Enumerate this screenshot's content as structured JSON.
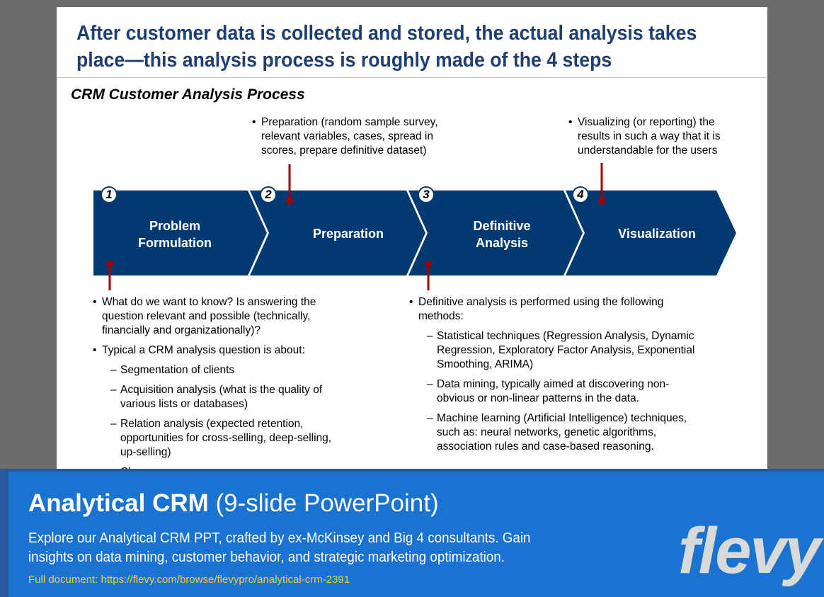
{
  "slide": {
    "title_line1": "After customer data is collected and stored, the actual analysis takes",
    "title_line2": "place—this analysis process is roughly made of the 4 steps",
    "subtitle": "CRM Customer Analysis Process",
    "chevron_color": "#003a70",
    "connector_color": "#a00000",
    "steps": [
      {
        "number": "1",
        "label_line1": "Problem",
        "label_line2": "Formulation"
      },
      {
        "number": "2",
        "label_line1": "Preparation",
        "label_line2": ""
      },
      {
        "number": "3",
        "label_line1": "Definitive",
        "label_line2": "Analysis"
      },
      {
        "number": "4",
        "label_line1": "Visualization",
        "label_line2": ""
      }
    ],
    "prep_note": "Preparation (random sample survey, relevant variables, cases, spread in scores, prepare definitive dataset)",
    "vis_note": "Visualizing (or reporting) the results in such a way that it is understandable for the users",
    "problem_bullets": {
      "b1": "What do we want to know? Is answering the question relevant and possible (technically, financially and organizationally)?",
      "b2": "Typical a CRM analysis question is about:",
      "sub1": "Segmentation of clients",
      "sub2": "Acquisition analysis (what is the quality of various lists or databases)",
      "sub3": "Relation analysis (expected retention, opportunities for cross-selling, deep-selling, up-selling)",
      "sub4": "Churn a..."
    },
    "definitive_bullets": {
      "b1": "Definitive analysis is performed using the following methods:",
      "sub1": "Statistical techniques (Regression Analysis, Dynamic Regression, Exploratory Factor Analysis, Exponential Smoothing, ARIMA)",
      "sub2": "Data mining, typically aimed at discovering non-obvious or non-linear patterns in the data.",
      "sub3": "Machine learning (Artificial Intelligence) techniques, such as: neural networks, genetic algorithms, association rules and case-based reasoning."
    }
  },
  "banner": {
    "title_bold": "Analytical CRM",
    "title_rest": " (9-slide PowerPoint)",
    "description": "Explore our Analytical CRM PPT, crafted by ex-McKinsey and Big 4 consultants. Gain insights on data mining, customer behavior, and strategic marketing optimization.",
    "link_text": "Full document: https://flevy.com/browse/flevypro/analytical-crm-2391",
    "logo": "flevy",
    "link_color": "#f3cf3f"
  }
}
